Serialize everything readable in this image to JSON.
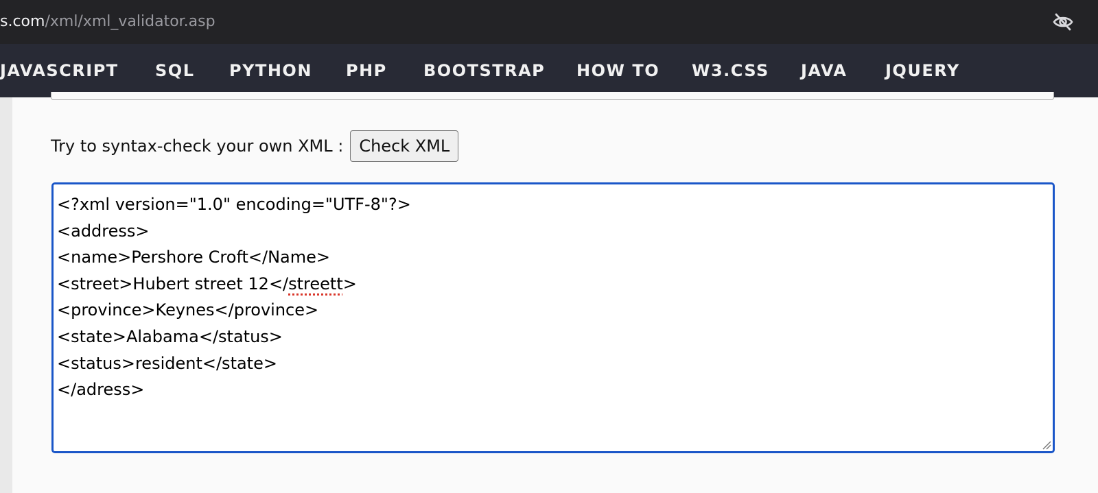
{
  "address_bar": {
    "url_host_fragment": "s.com",
    "url_path": "/xml/xml_validator.asp",
    "privacy_icon": "eye-slash-icon"
  },
  "topnav": {
    "items": [
      {
        "label": "JAVASCRIPT"
      },
      {
        "label": "SQL"
      },
      {
        "label": "PYTHON"
      },
      {
        "label": "PHP"
      },
      {
        "label": "BOOTSTRAP"
      },
      {
        "label": "HOW TO"
      },
      {
        "label": "W3.CSS"
      },
      {
        "label": "JAVA"
      },
      {
        "label": "JQUERY"
      }
    ]
  },
  "validator": {
    "prompt_label": "Try to syntax-check your own XML :",
    "check_button_label": "Check XML",
    "xml_lines": [
      "<?xml version=\"1.0\" encoding=\"UTF-8\"?>",
      "<address>",
      "<name>Pershore Croft</Name>",
      "<street>Hubert street 12</",
      "streett",
      ">",
      "<province>Keynes</province>",
      "<state>Alabama</status>",
      "<status>resident</state>",
      "</adress>"
    ]
  },
  "colors": {
    "address_bar_bg": "#232326",
    "nav_bg": "#282a35",
    "editor_focus_border": "#1a56c8",
    "spellcheck_underline": "#d9372b"
  }
}
